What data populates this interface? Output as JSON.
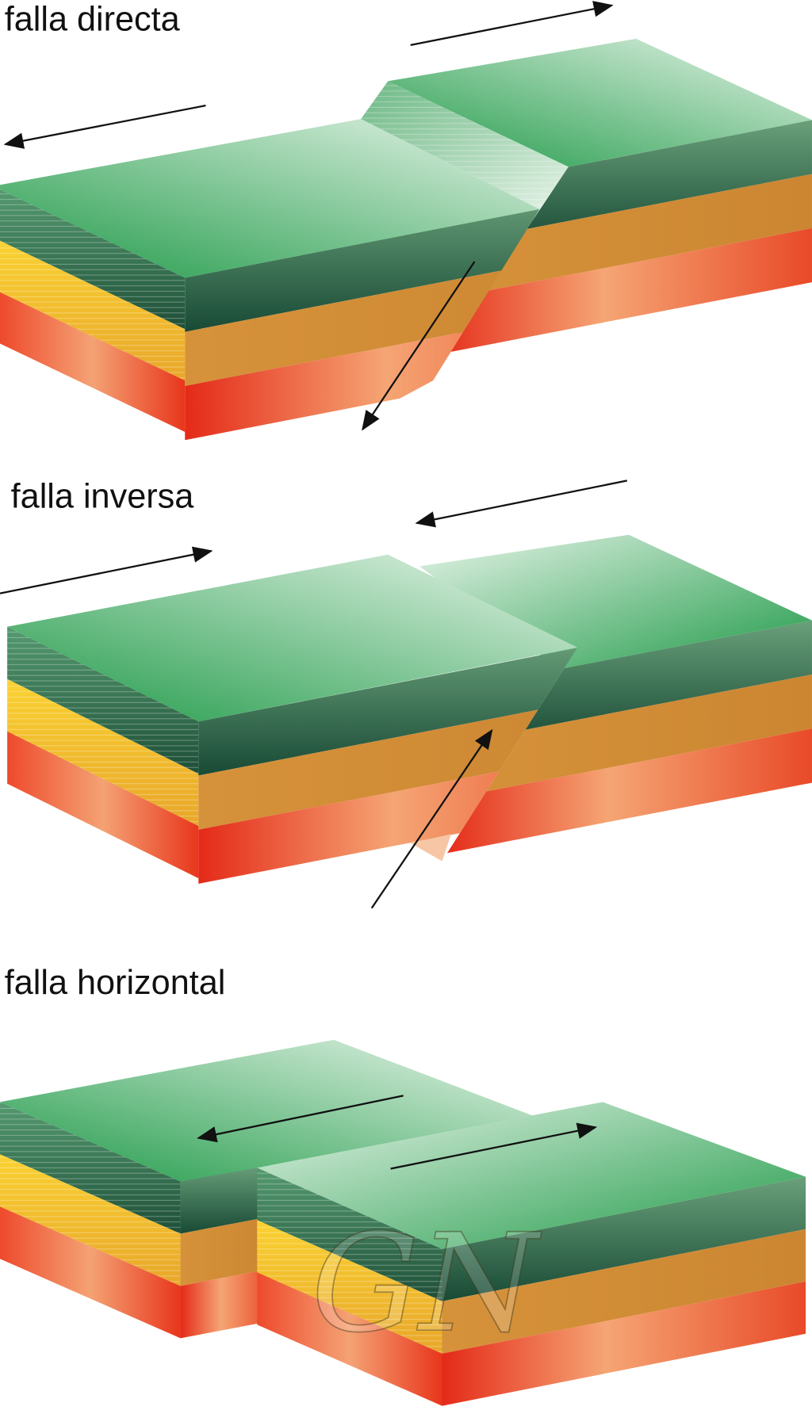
{
  "diagram": {
    "panels": [
      {
        "id": "directa",
        "label": "falla directa"
      },
      {
        "id": "inversa",
        "label": "falla inversa"
      },
      {
        "id": "horizontal",
        "label": "falla horizontal"
      }
    ],
    "watermark": "GN",
    "colors": {
      "soil_green": "#2a9a4c",
      "soil_green_dark": "#1e4f38",
      "sand_yellow": "#f5c428",
      "sand_orange": "#d08a35",
      "rock_red": "#e83a1e",
      "rock_light": "#f5a070",
      "arrow": "#111111"
    }
  }
}
